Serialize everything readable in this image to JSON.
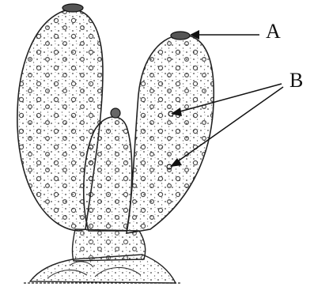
{
  "labels": {
    "a": "A",
    "b": "B"
  },
  "colors": {
    "ink": "#111111",
    "stipple": "#555555",
    "paper": "#ffffff"
  },
  "icons": {
    "plant": "cactus-illustration"
  }
}
